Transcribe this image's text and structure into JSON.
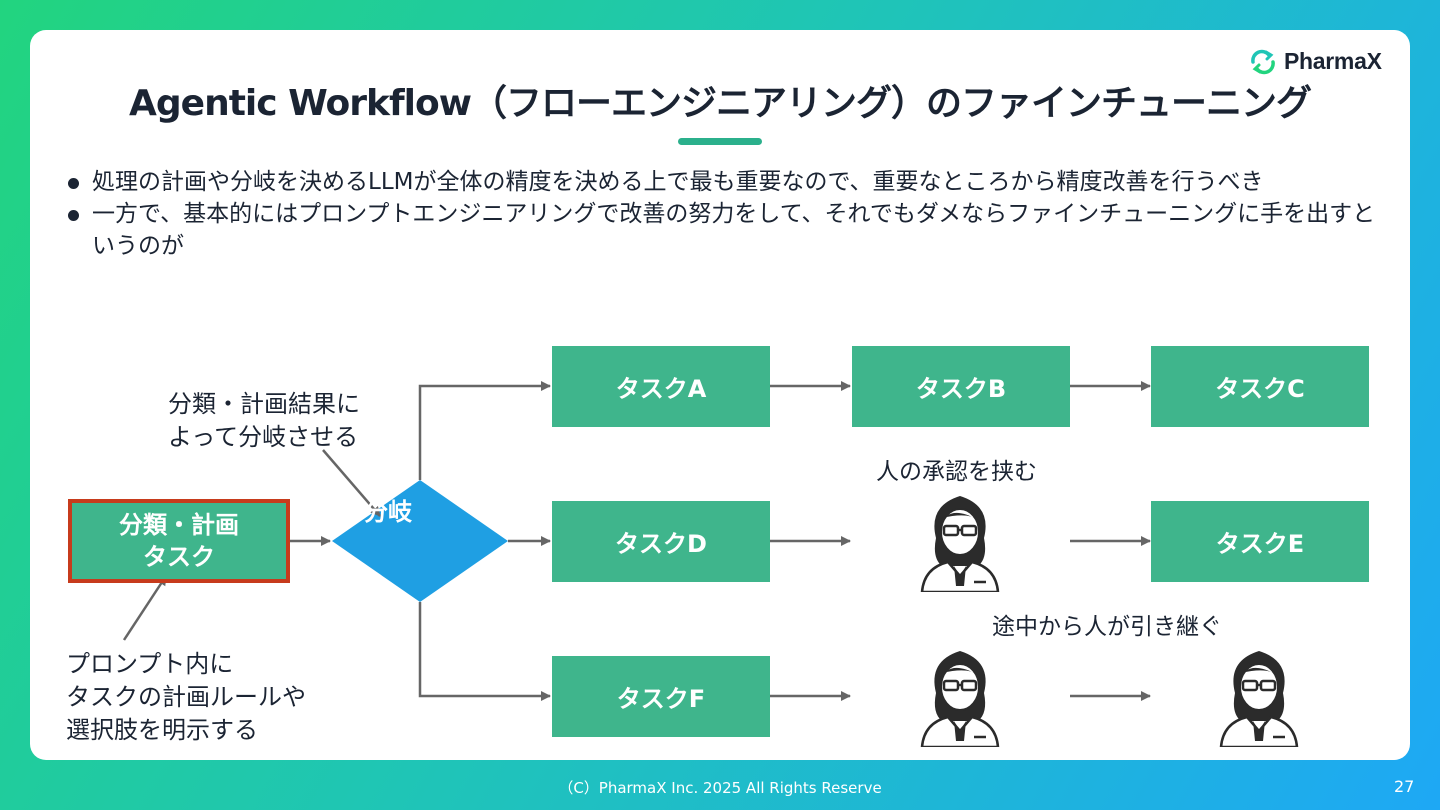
{
  "brand": {
    "name": "PharmaX",
    "logo_icon": "cycle-arrows-icon",
    "accent": "#2bb08c"
  },
  "slide": {
    "title": "Agentic Workflow（フローエンジニアリング）のファインチューニング",
    "bullets": [
      "処理の計画や分岐を決めるLLMが全体の精度を決める上で最も重要なので、重要なところから精度改善を行うべき",
      "一方で、基本的にはプロンプトエンジニアリングで改善の努力をして、それでもダメならファインチューニングに手を出すというのが"
    ]
  },
  "diagram": {
    "note_top": [
      "分類・計画結果に",
      "よって分岐させる"
    ],
    "note_bottom": [
      "プロンプト内に",
      "タスクの計画ルールや",
      "選択肢を明示する"
    ],
    "first_task": [
      "分類・計画",
      "タスク"
    ],
    "branch_label": "分岐",
    "tasks": {
      "a": "タスクA",
      "b": "タスクB",
      "c": "タスクC",
      "d": "タスクD",
      "e": "タスクE",
      "f": "タスクF"
    },
    "approval_label": "人の承認を挟む",
    "handover_label": "途中から人が引き継ぐ",
    "colors": {
      "task": "#3fb58c",
      "branch": "#1f9fe3",
      "highlight_border": "#c73b1c",
      "arrow": "#666666"
    }
  },
  "footer": {
    "copyright": "（C）PharmaX Inc. 2025  All Rights Reserve",
    "page": "27"
  }
}
